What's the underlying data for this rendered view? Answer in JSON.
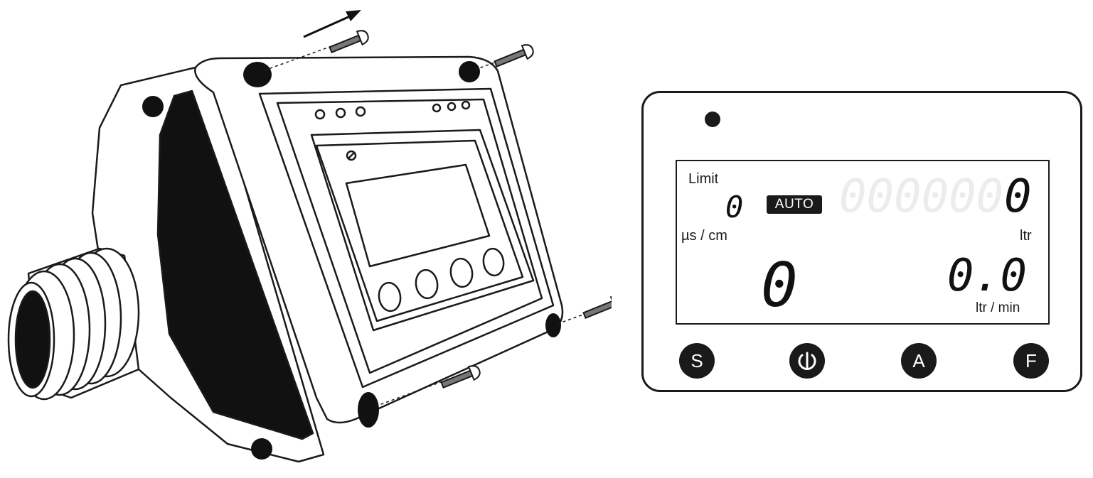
{
  "display": {
    "limit_label": "Limit",
    "limit_value": "0",
    "limit_unit": "µs / cm",
    "mode_badge": "AUTO",
    "total_ghost_digits": "000000",
    "total_value": "0",
    "total_unit": "ltr",
    "current_value": "0",
    "flow_value": "0.0",
    "flow_unit": "ltr / min"
  },
  "buttons": {
    "s_label": "S",
    "a_label": "A",
    "f_label": "F",
    "power_icon": "power-icon"
  },
  "colors": {
    "ink": "#1a1a1a",
    "ghost_segments": "#ececec"
  }
}
